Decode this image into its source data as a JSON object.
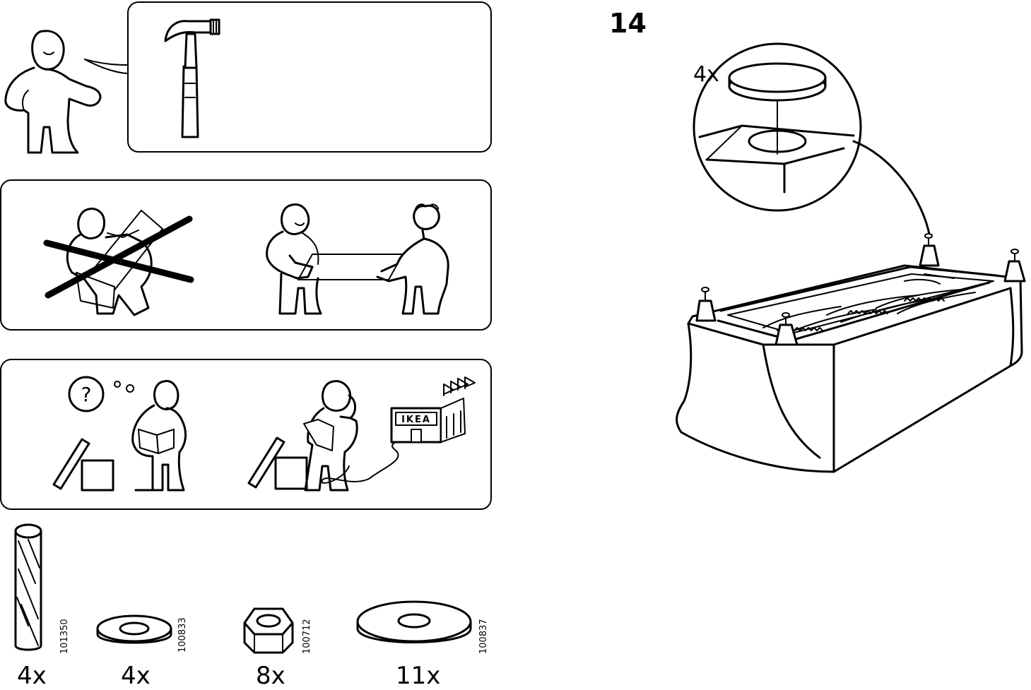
{
  "step": {
    "number": "14"
  },
  "detail": {
    "quantity": "4x"
  },
  "store": {
    "sign": "IKEA"
  },
  "parts": [
    {
      "quantity": "4x",
      "code": "101350",
      "icon": "dowel-icon"
    },
    {
      "quantity": "4x",
      "code": "100833",
      "icon": "washer-icon"
    },
    {
      "quantity": "8x",
      "code": "100712",
      "icon": "hex-nut-icon"
    },
    {
      "quantity": "11x",
      "code": "100837",
      "icon": "large-washer-icon"
    }
  ]
}
